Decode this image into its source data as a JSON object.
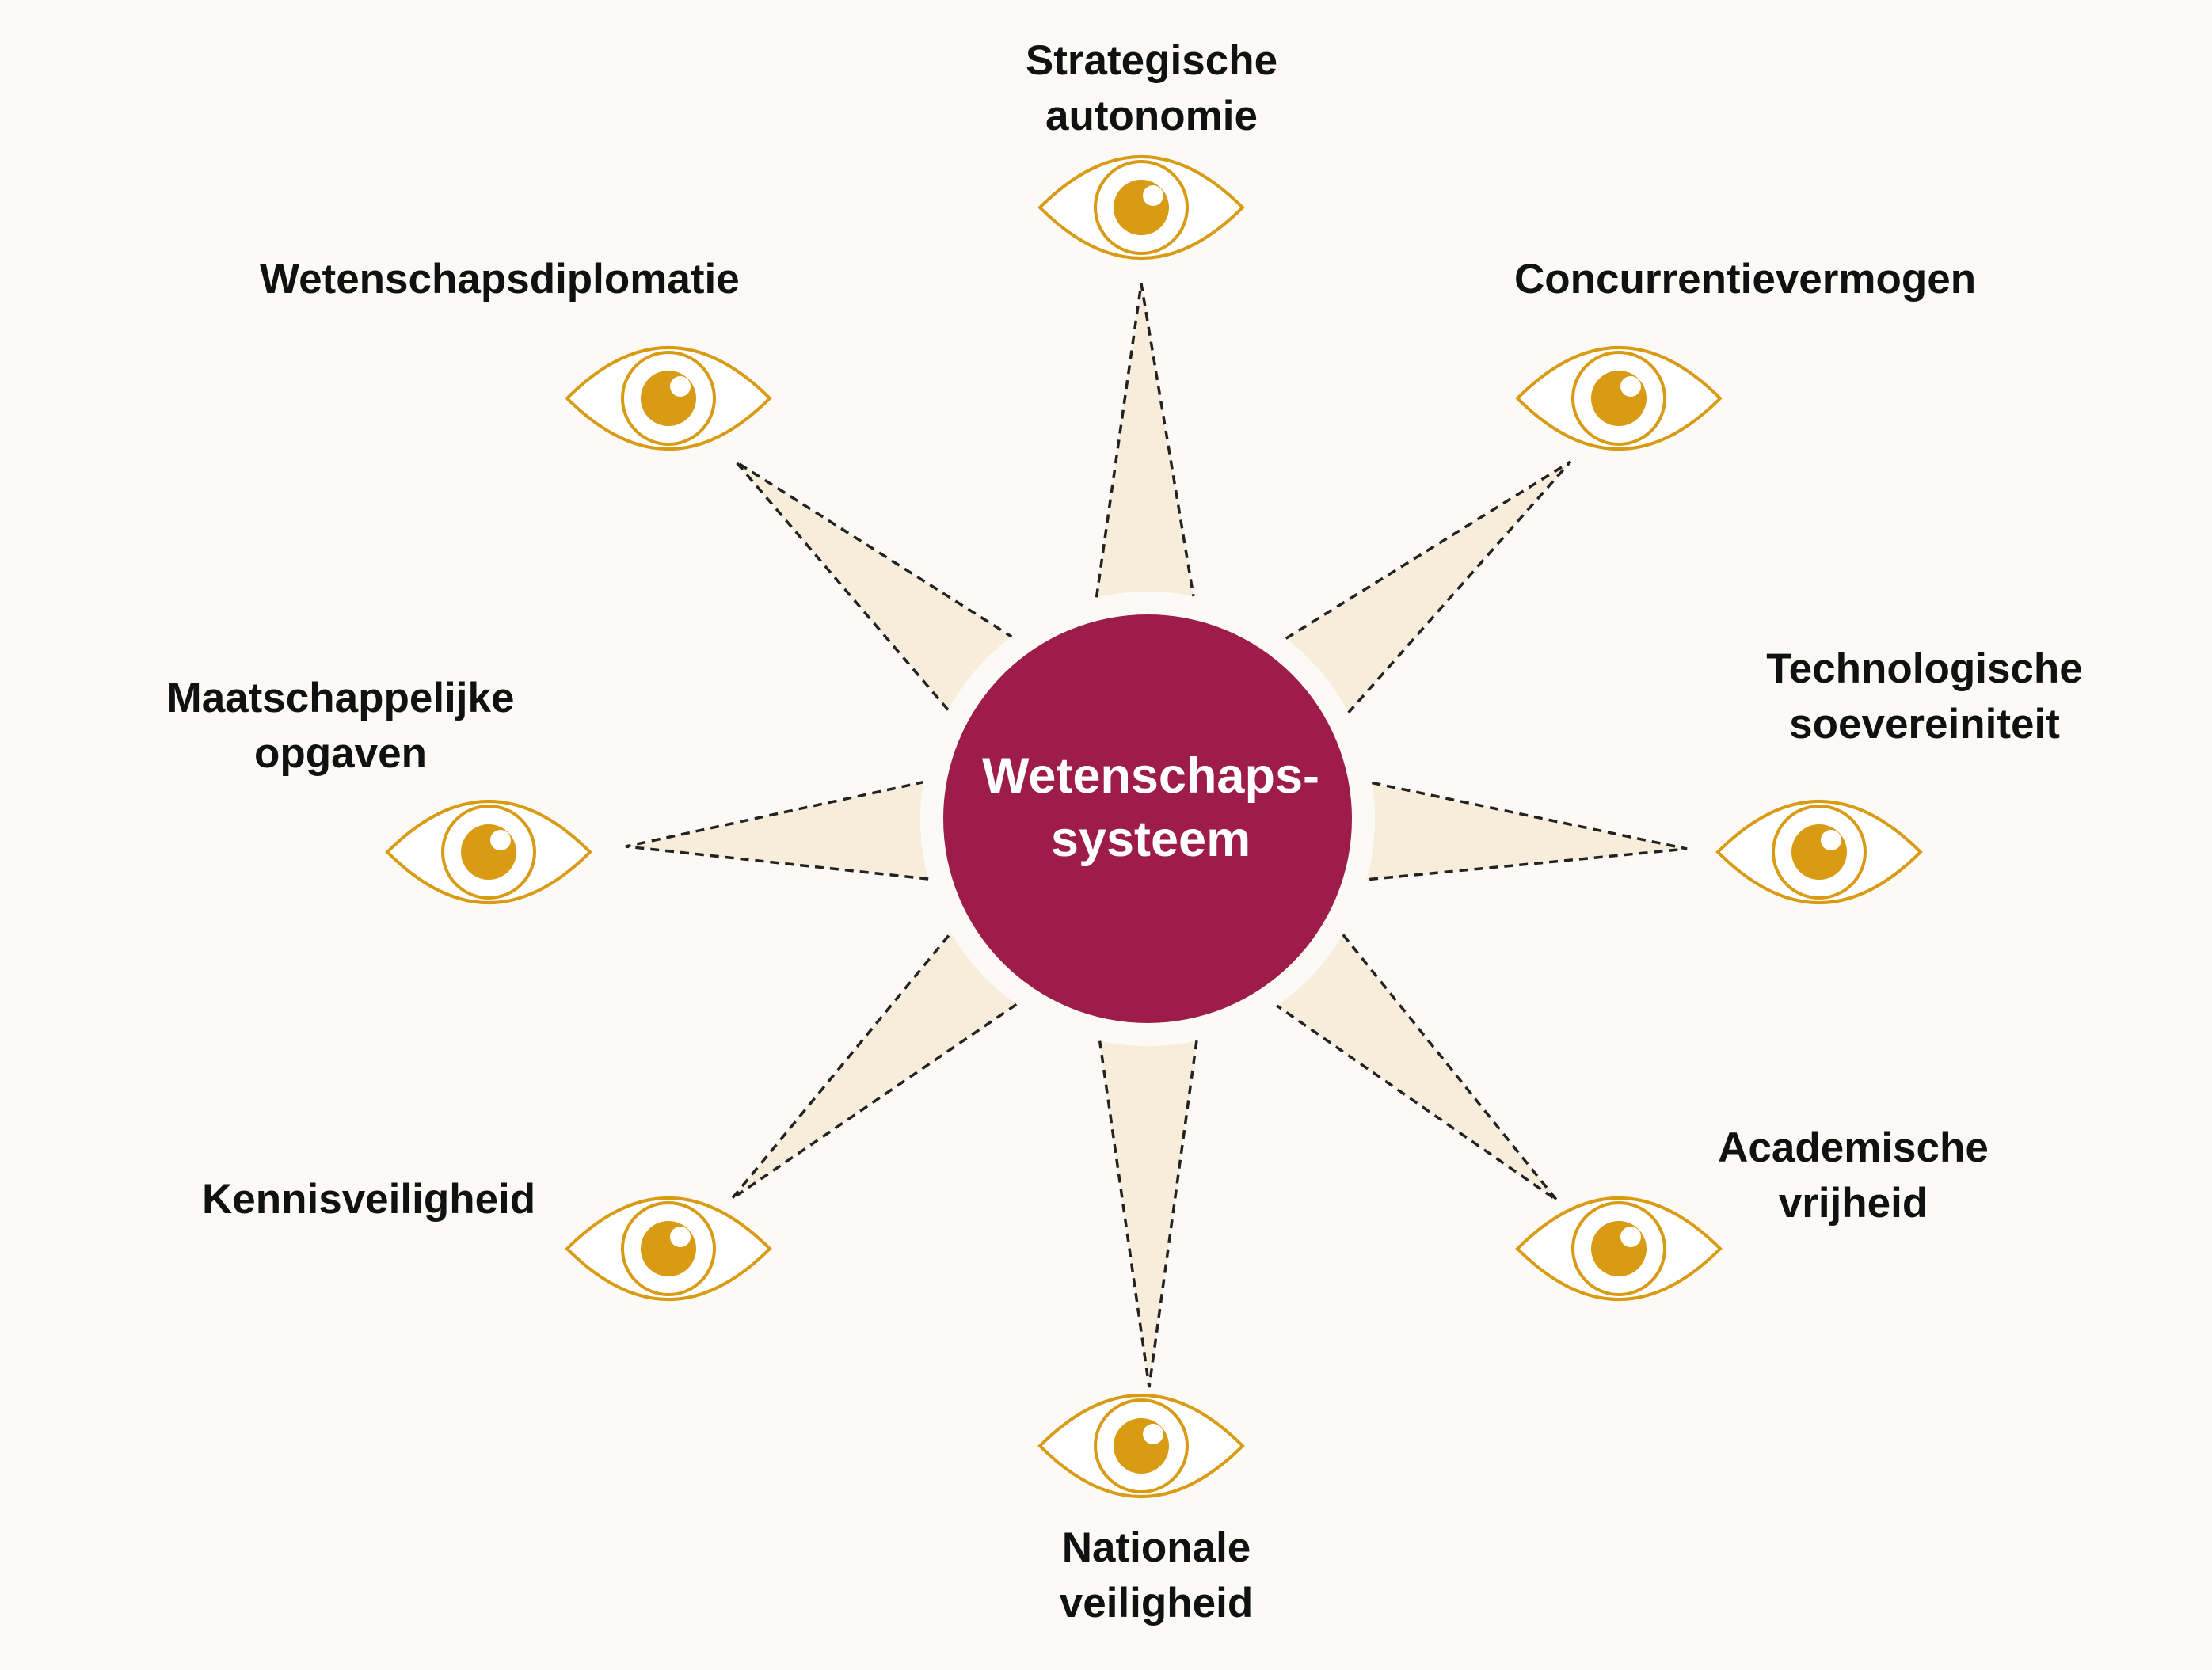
{
  "center": {
    "line1": "Wetenschaps-",
    "line2": "systeem"
  },
  "colors": {
    "background": "#fcfaf6",
    "center_circle": "#9e1c4a",
    "eye": "#d99a14",
    "cone_fill": "#f8ecdb",
    "cone_stroke": "#222222"
  },
  "perspectives": [
    {
      "id": "strategische-autonomie",
      "icon": "eye-icon",
      "line1": "Strategische",
      "line2": "autonomie"
    },
    {
      "id": "concurrentievermogen",
      "icon": "eye-icon",
      "line1": "Concurrentievermogen",
      "line2": ""
    },
    {
      "id": "technologische-soevereiniteit",
      "icon": "eye-icon",
      "line1": "Technologische",
      "line2": "soevereiniteit"
    },
    {
      "id": "academische-vrijheid",
      "icon": "eye-icon",
      "line1": "Academische",
      "line2": "vrijheid"
    },
    {
      "id": "nationale-veiligheid",
      "icon": "eye-icon",
      "line1": "Nationale",
      "line2": "veiligheid"
    },
    {
      "id": "kennisveiligheid",
      "icon": "eye-icon",
      "line1": "Kennisveiligheid",
      "line2": ""
    },
    {
      "id": "maatschappelijke-opgaven",
      "icon": "eye-icon",
      "line1": "Maatschappelijke",
      "line2": "opgaven"
    },
    {
      "id": "wetenschapsdiplomatie",
      "icon": "eye-icon",
      "line1": "Wetenschapsdiplomatie",
      "line2": ""
    }
  ]
}
